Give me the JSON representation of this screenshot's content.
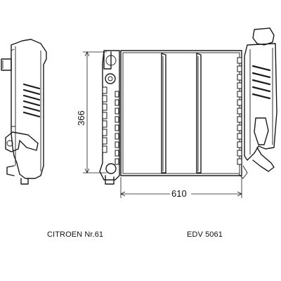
{
  "drawing": {
    "height_dim": "366",
    "width_dim": "610"
  },
  "captions": {
    "model": "CITROEN Nr.61",
    "part_no": "EDV 5061"
  }
}
